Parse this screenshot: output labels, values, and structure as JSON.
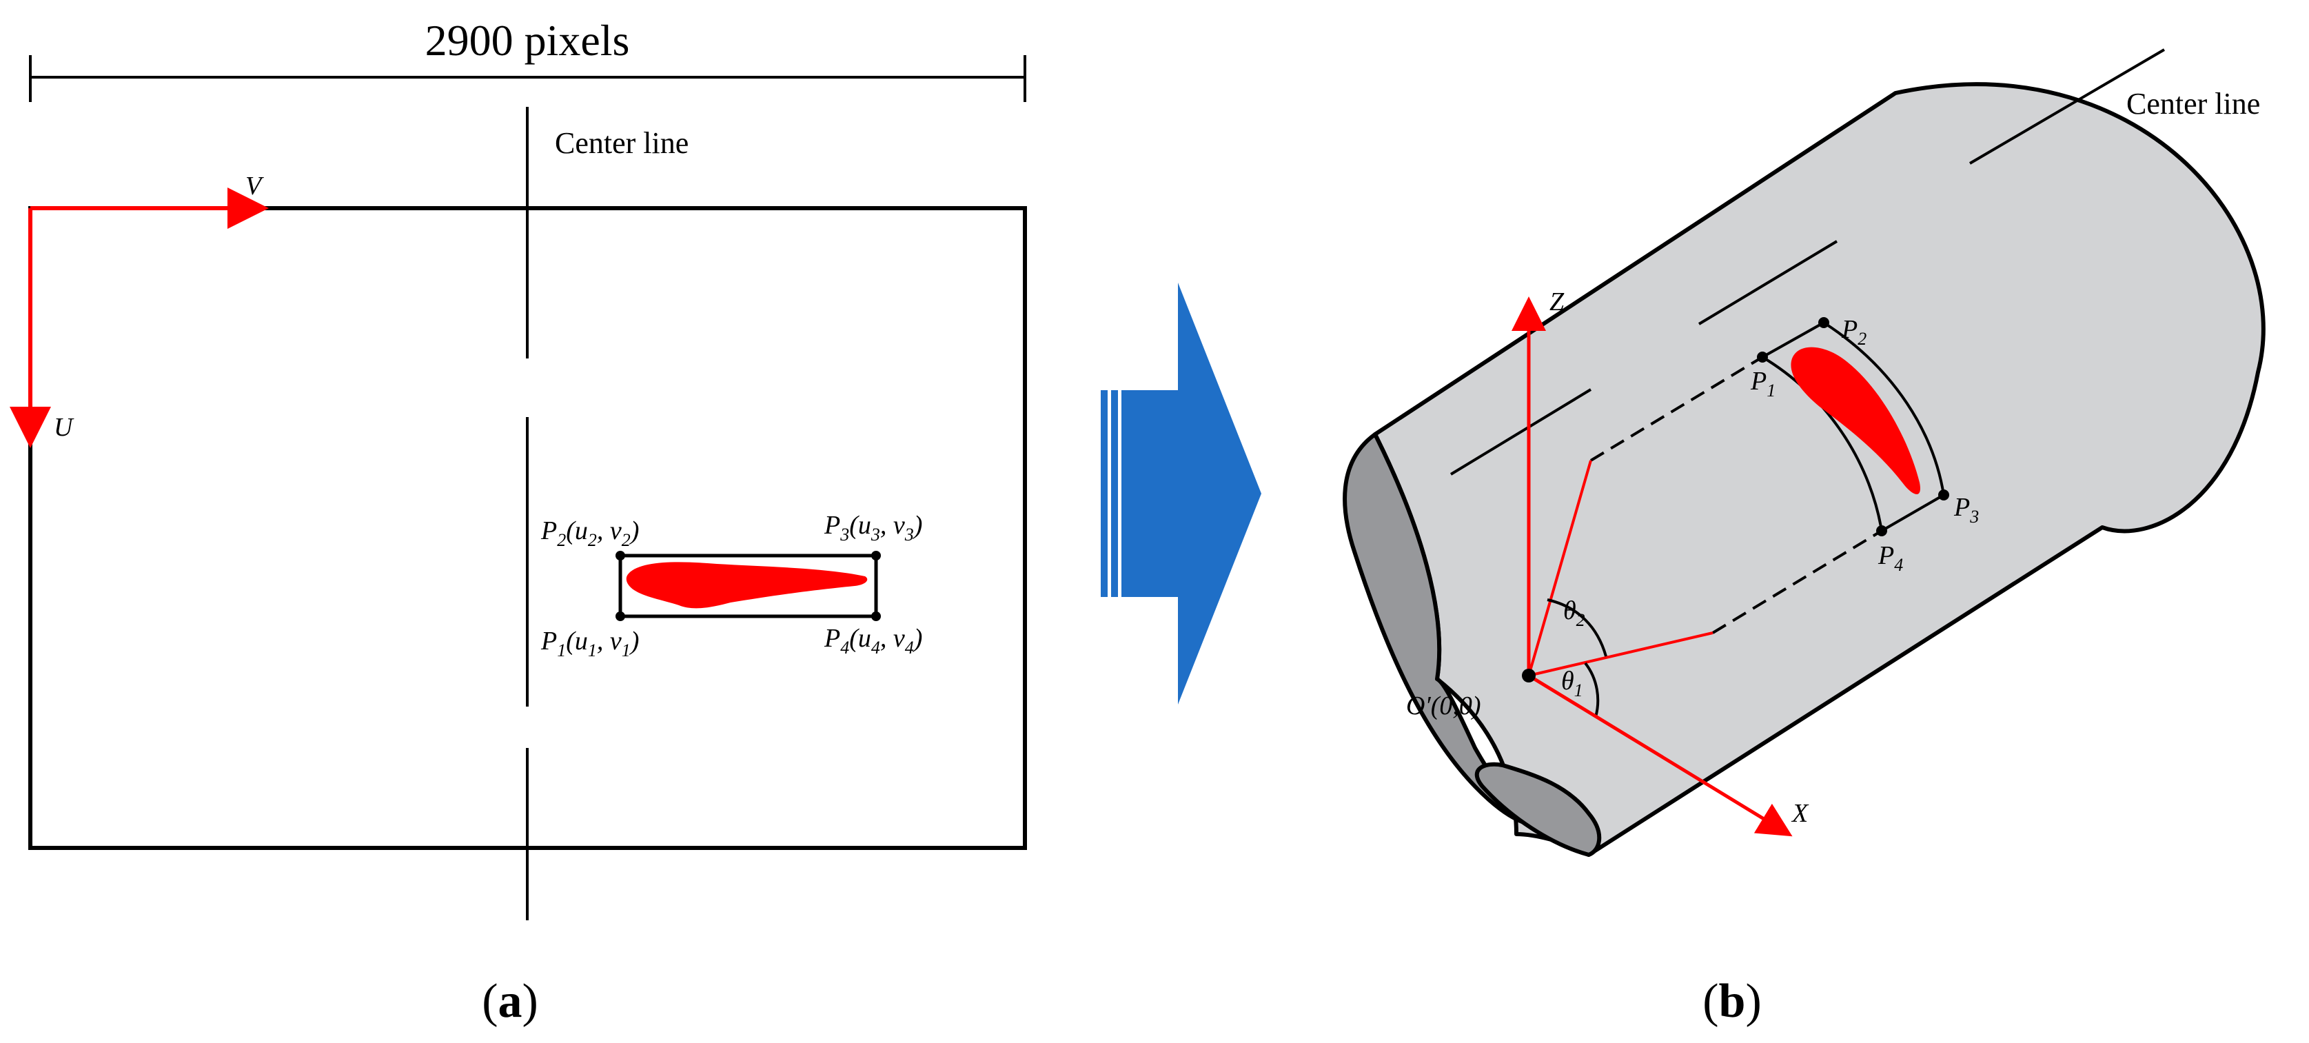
{
  "panel_a": {
    "width_label": "2900 pixels",
    "center_line_label": "Center line",
    "axis_v": "V",
    "axis_u": "U",
    "p1": {
      "name": "P",
      "sub": "1",
      "coords": "(u",
      "coords_sub": "1",
      "mid": ", v",
      "mid_sub": "1",
      "close": ")"
    },
    "p2": {
      "name": "P",
      "sub": "2",
      "coords": "(u",
      "coords_sub": "2",
      "mid": ", v",
      "mid_sub": "2",
      "close": ")"
    },
    "p3": {
      "name": "P",
      "sub": "3",
      "coords": "(u",
      "coords_sub": "3",
      "mid": ", v",
      "mid_sub": "3",
      "close": ")"
    },
    "p4": {
      "name": "P",
      "sub": "4",
      "coords": "(u",
      "coords_sub": "4",
      "mid": ", v",
      "mid_sub": "4",
      "close": ")"
    },
    "caption_open": "(",
    "caption_letter": "a",
    "caption_close": ")"
  },
  "panel_b": {
    "center_line_label": "Center line",
    "axis_z": "Z",
    "axis_x": "X",
    "origin_label": "O′(0,0)",
    "theta1": {
      "name": "θ",
      "sub": "1"
    },
    "theta2": {
      "name": "θ",
      "sub": "2"
    },
    "p1": {
      "name": "P",
      "sub": "1"
    },
    "p2": {
      "name": "P",
      "sub": "2"
    },
    "p3": {
      "name": "P",
      "sub": "3"
    },
    "p4": {
      "name": "P",
      "sub": "4"
    },
    "caption_open": "(",
    "caption_letter": "b",
    "caption_close": ")"
  },
  "colors": {
    "red": "#ff0000",
    "blue_arrow": "#1f6fc7",
    "surface_gray": "#d2d3d5",
    "inner_gray": "#97989b",
    "line": "#000000"
  }
}
